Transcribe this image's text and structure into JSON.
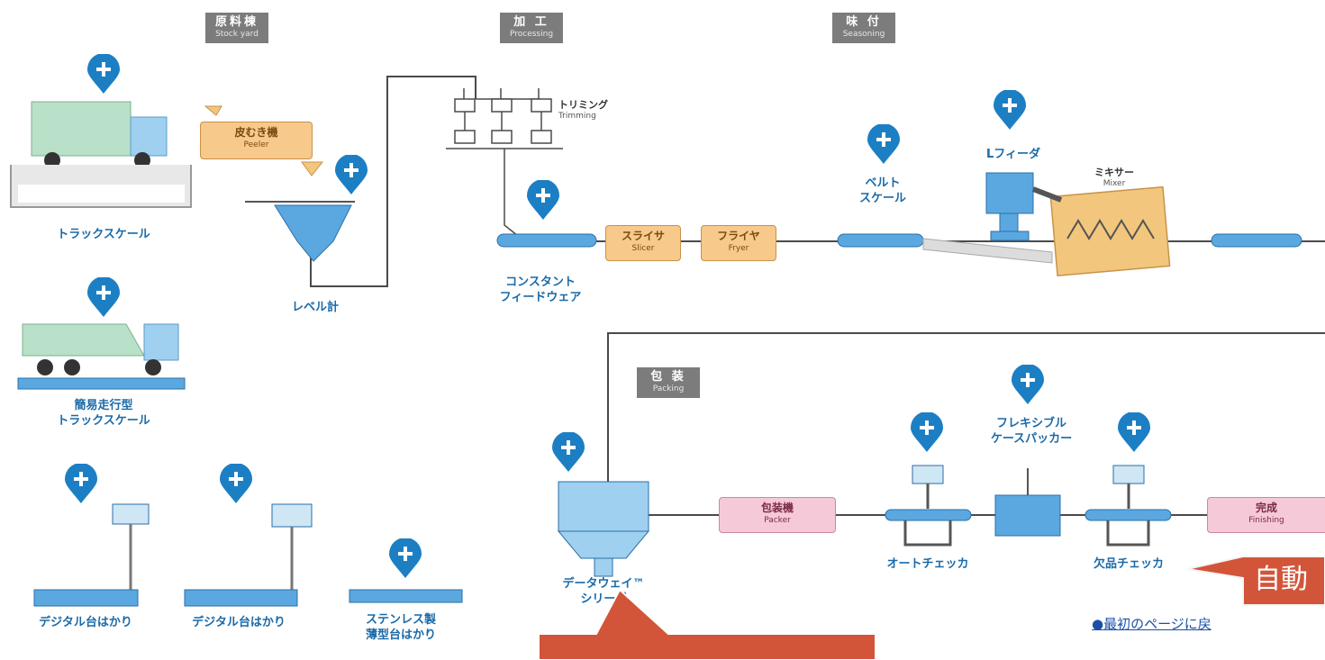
{
  "stages": {
    "stock": {
      "jp": "原料棟",
      "en": "Stock yard"
    },
    "processing": {
      "jp": "加 工",
      "en": "Processing"
    },
    "seasoning": {
      "jp": "味 付",
      "en": "Seasoning"
    },
    "packing": {
      "jp": "包 装",
      "en": "Packing"
    }
  },
  "labels": {
    "truck_scale": "トラックスケール",
    "simple_truck_scale_1": "簡易走行型",
    "simple_truck_scale_2": "トラックスケール",
    "digital_scale_1": "デジタル台はかり",
    "digital_scale_2": "デジタル台はかり",
    "stainless_scale_1": "ステンレス製",
    "stainless_scale_2": "薄型台はかり",
    "level_gauge": "レベル計",
    "constant_feed_1": "コンスタント",
    "constant_feed_2": "フィードウェア",
    "belt_scale_1": "ベルト",
    "belt_scale_2": "スケール",
    "l_feeder": "Lフィーダ",
    "dataway_1": "データウェイ™",
    "dataway_2": "シリーズ",
    "auto_checker": "オートチェッカ",
    "flexible_packer_1": "フレキシブル",
    "flexible_packer_2": "ケースパッカー",
    "missing_checker": "欠品チェッカ"
  },
  "machines": {
    "peeler": {
      "jp": "皮むき機",
      "en": "Peeler"
    },
    "trimming": {
      "jp": "トリミング",
      "en": "Trimming"
    },
    "slicer": {
      "jp": "スライサ",
      "en": "Slicer"
    },
    "fryer": {
      "jp": "フライヤ",
      "en": "Fryer"
    },
    "mixer": {
      "jp": "ミキサー",
      "en": "Mixer"
    },
    "packer": {
      "jp": "包装機",
      "en": "Packer"
    },
    "finishing": {
      "jp": "完成",
      "en": "Finishing"
    }
  },
  "callout_text": "自動",
  "back_link": "●最初のページに戻",
  "colors": {
    "pin": "#1c7fc4",
    "label": "#1a6aa8",
    "callout": "#d2553a",
    "pipe": "#4a4a4a"
  }
}
